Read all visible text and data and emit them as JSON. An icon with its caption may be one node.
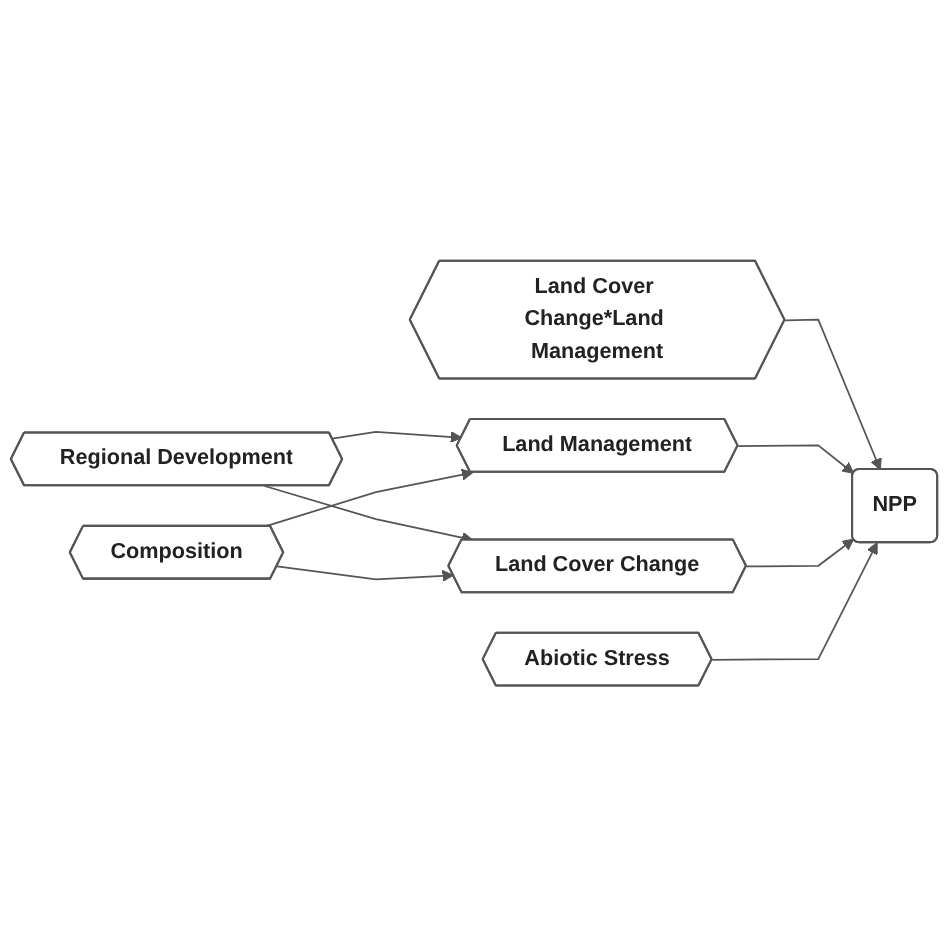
{
  "diagram": {
    "nodes": [
      {
        "text": [
          "Land Cover Change*Land Management"
        ]
      },
      {
        "text": [
          "Regional Development"
        ]
      },
      {
        "text": [
          "Land Management"
        ]
      },
      {
        "text": [
          "NPP"
        ]
      },
      {
        "text": [
          "Composition"
        ]
      },
      {
        "text": [
          "Land Cover Change"
        ]
      },
      {
        "text": [
          "Abiotic Stress"
        ]
      }
    ],
    "edges": [
      {
        "from": 1,
        "to": 2,
        "arrow": "to"
      },
      {
        "from": 1,
        "to": 5,
        "arrow": "to"
      },
      {
        "from": 4,
        "to": 2,
        "arrow": "to"
      },
      {
        "from": 4,
        "to": 5,
        "arrow": "to"
      },
      {
        "from": 0,
        "to": 3,
        "arrow": "to"
      },
      {
        "from": 2,
        "to": 3,
        "arrow": "to"
      },
      {
        "from": 5,
        "to": 3,
        "arrow": "to"
      },
      {
        "from": 6,
        "to": 3,
        "arrow": "to"
      }
    ]
  }
}
